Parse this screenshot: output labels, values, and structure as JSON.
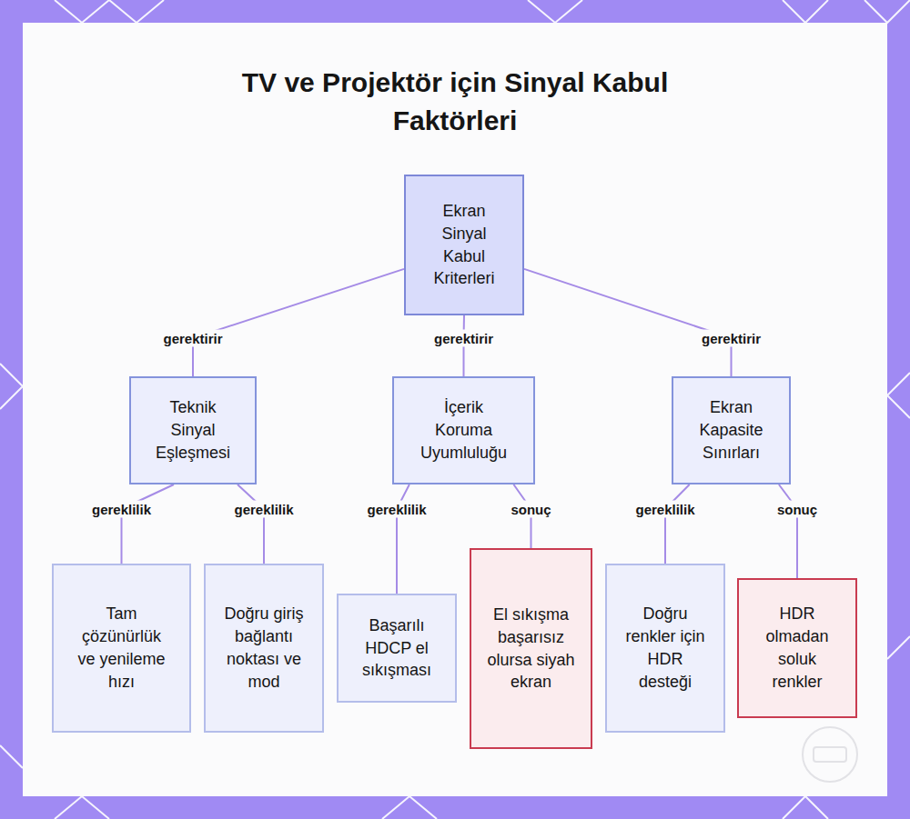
{
  "diagram": {
    "title": "TV ve Projektör için Sinyal Kabul Faktörleri",
    "nodes": [
      {
        "text": [
          "Ekran Sinyal Kabul Kriterleri"
        ]
      },
      {
        "text": [
          "Teknik Sinyal Eşleşmesi"
        ]
      },
      {
        "text": [
          "İçerik Koruma Uyumluluğu"
        ]
      },
      {
        "text": [
          "Ekran Kapasite Sınırları"
        ]
      },
      {
        "text": [
          "Tam çözünürlük ve yenileme hızı"
        ]
      },
      {
        "text": [
          "Doğru giriş bağlantı noktası ve mod"
        ]
      },
      {
        "text": [
          "Başarılı HDCP el sıkışması"
        ]
      },
      {
        "text": [
          "El sıkışma başarısız olursa siyah ekran"
        ]
      },
      {
        "text": [
          "Doğru renkler için HDR desteği"
        ]
      },
      {
        "text": [
          "HDR olmadan soluk renkler"
        ]
      }
    ],
    "edges": [
      {
        "from": 0,
        "to": 1,
        "label": "gerektirir",
        "arrow": "none"
      },
      {
        "from": 0,
        "to": 2,
        "label": "gerektirir",
        "arrow": "none"
      },
      {
        "from": 0,
        "to": 3,
        "label": "gerektirir",
        "arrow": "none"
      },
      {
        "from": 1,
        "to": 4,
        "label": "gereklilik",
        "arrow": "none"
      },
      {
        "from": 1,
        "to": 5,
        "label": "gereklilik",
        "arrow": "none"
      },
      {
        "from": 2,
        "to": 6,
        "label": "gereklilik",
        "arrow": "none"
      },
      {
        "from": 2,
        "to": 7,
        "label": "sonuç",
        "arrow": "none"
      },
      {
        "from": 3,
        "to": 8,
        "label": "gereklilik",
        "arrow": "none"
      },
      {
        "from": 3,
        "to": 9,
        "label": "sonuç",
        "arrow": "none"
      }
    ]
  }
}
